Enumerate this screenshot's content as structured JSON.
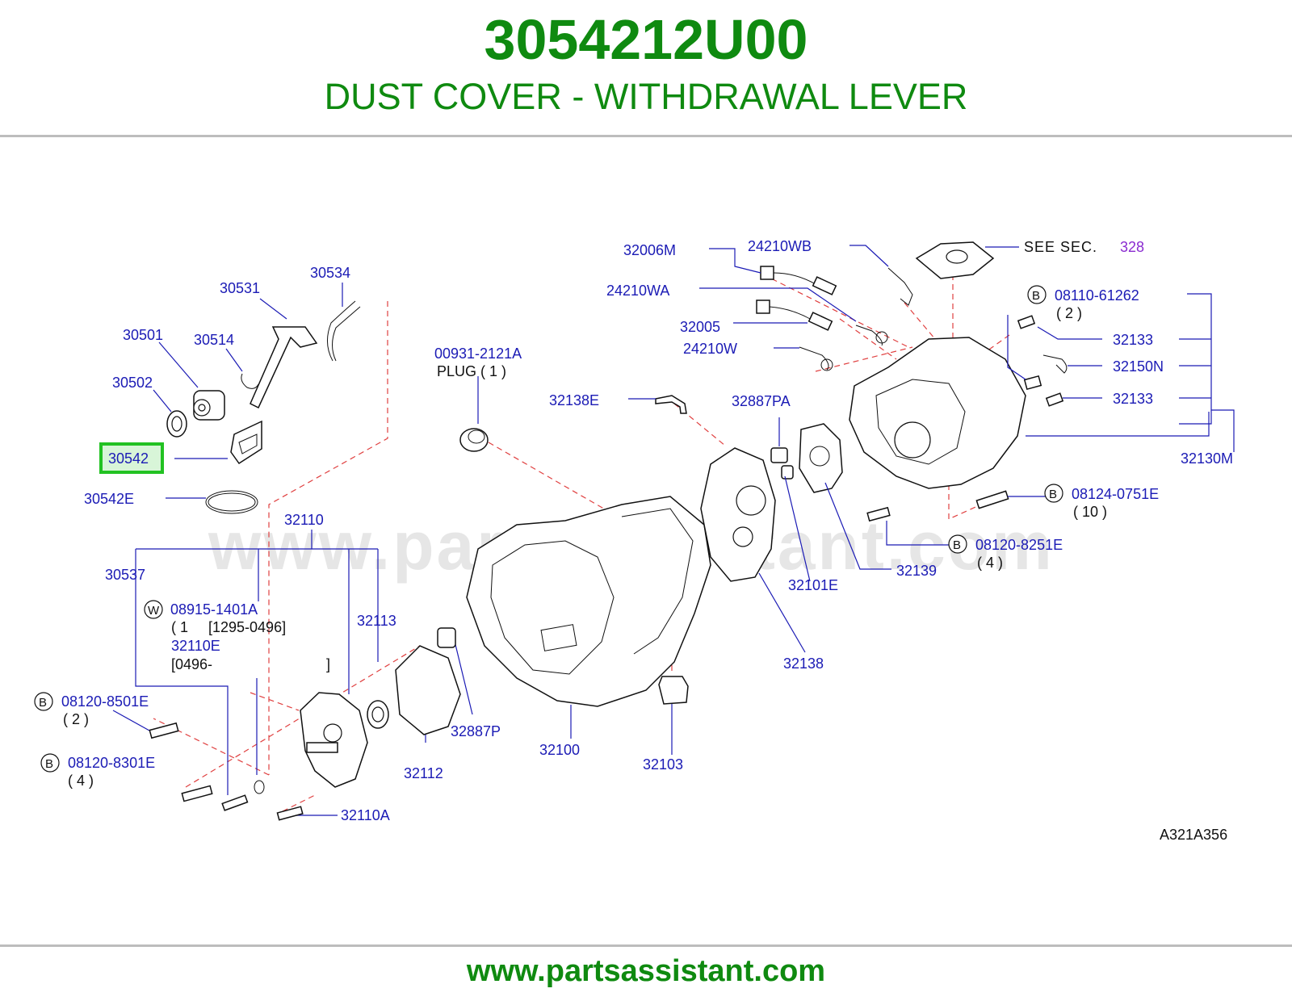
{
  "header": {
    "part_number": "3054212U00",
    "part_name": "DUST COVER - WITHDRAWAL LEVER"
  },
  "footer": {
    "site": "www.partsassistant.com"
  },
  "diagram": {
    "code": "A321A356",
    "watermark": "www.partsassistant.com",
    "see_section": {
      "label": "SEE  SEC.",
      "section": "328"
    },
    "highlighted_part": "30542",
    "colors": {
      "brand_green": "#0f8a10",
      "label_blue": "#1b1bb5",
      "highlight": "#22c222",
      "link": "#8a2bd0",
      "dashed_leader": "#e04040"
    },
    "parts": {
      "p30531": "30531",
      "p30534": "30534",
      "p30501": "30501",
      "p30514": "30514",
      "p30502": "30502",
      "p30542": "30542",
      "p30542E": "30542E",
      "p32110": "32110",
      "p30537": "30537",
      "p08915": "08915-1401A",
      "p08915_qty": "( 1",
      "p08915_range": "[1295-0496]",
      "p32110E": "32110E",
      "p32110E_range": "[0496-",
      "p32110E_close": "]",
      "p32113": "32113",
      "p08120_8501E": "08120-8501E",
      "p08120_8501E_qty": "( 2 )",
      "p08120_8301E": "08120-8301E",
      "p08120_8301E_qty": "( 4 )",
      "p32110A": "32110A",
      "p32112": "32112",
      "p32887P": "32887P",
      "p32100": "32100",
      "p32103": "32103",
      "p00931": "00931-2121A",
      "p00931_desc": "PLUG ( 1 )",
      "p32138E": "32138E",
      "p32887PA": "32887PA",
      "p32101E": "32101E",
      "p32138": "32138",
      "p32139": "32139",
      "p08120_8251E": "08120-8251E",
      "p08120_8251E_qty": "( 4 )",
      "p08124": "08124-0751E",
      "p08124_qty": "( 10 )",
      "p32130M": "32130M",
      "p32133a": "32133",
      "p32150N": "32150N",
      "p32133b": "32133",
      "p08110": "08110-61262",
      "p08110_qty": "( 2 )",
      "p32006M": "32006M",
      "p24210WB": "24210WB",
      "p24210WA": "24210WA",
      "p32005": "32005",
      "p24210W": "24210W"
    },
    "markers": {
      "bolt": "B",
      "washer": "W"
    }
  }
}
